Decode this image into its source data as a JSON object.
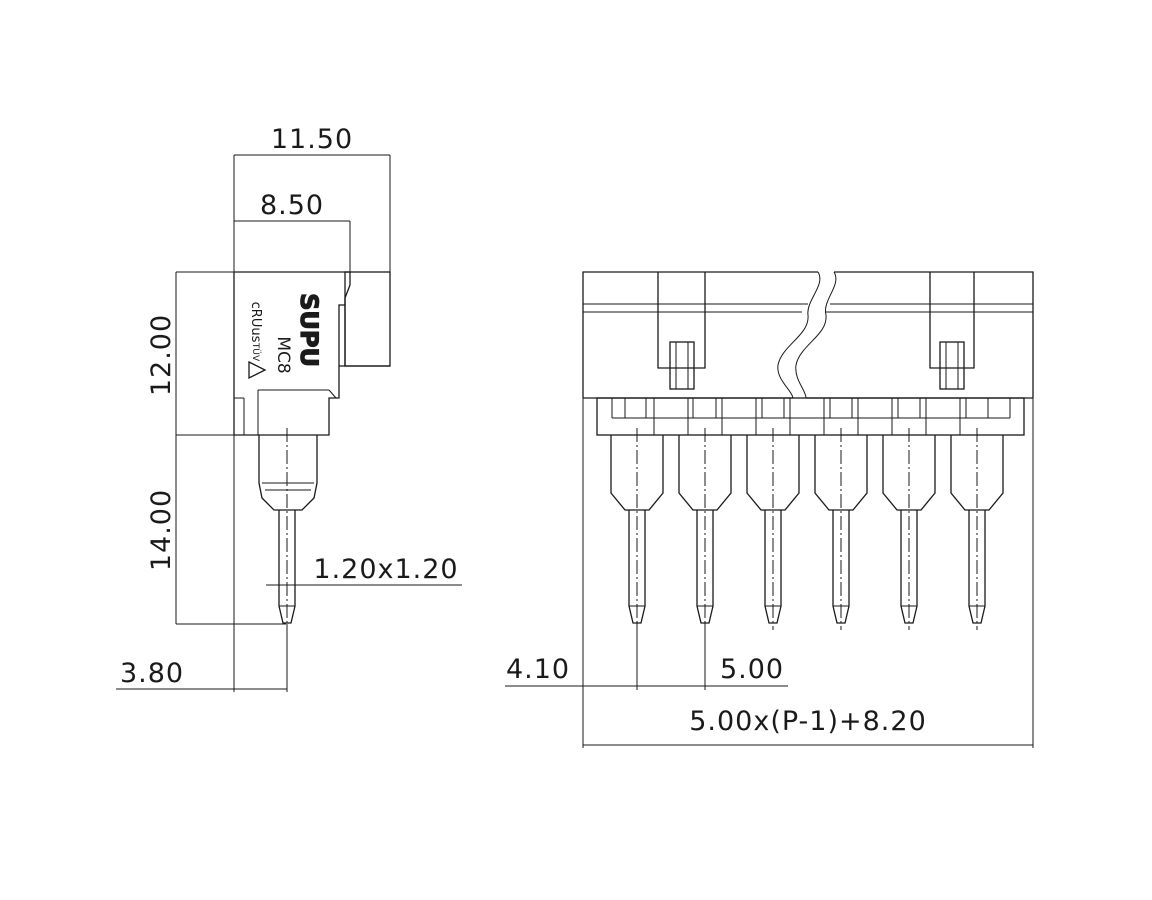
{
  "dimensions": {
    "width_total": "11.50",
    "width_body": "8.50",
    "height_body": "12.00",
    "pin_length": "14.00",
    "pin_size": "1.20x1.20",
    "pin_offset": "3.80",
    "first_pin_offset": "4.10",
    "pitch": "5.00",
    "total_length": "5.00x(P-1)+8.20"
  },
  "markings": {
    "brand": "SUPU",
    "model": "MC8",
    "cert_ul": "cRUus",
    "cert_tuv": "TÜV"
  }
}
